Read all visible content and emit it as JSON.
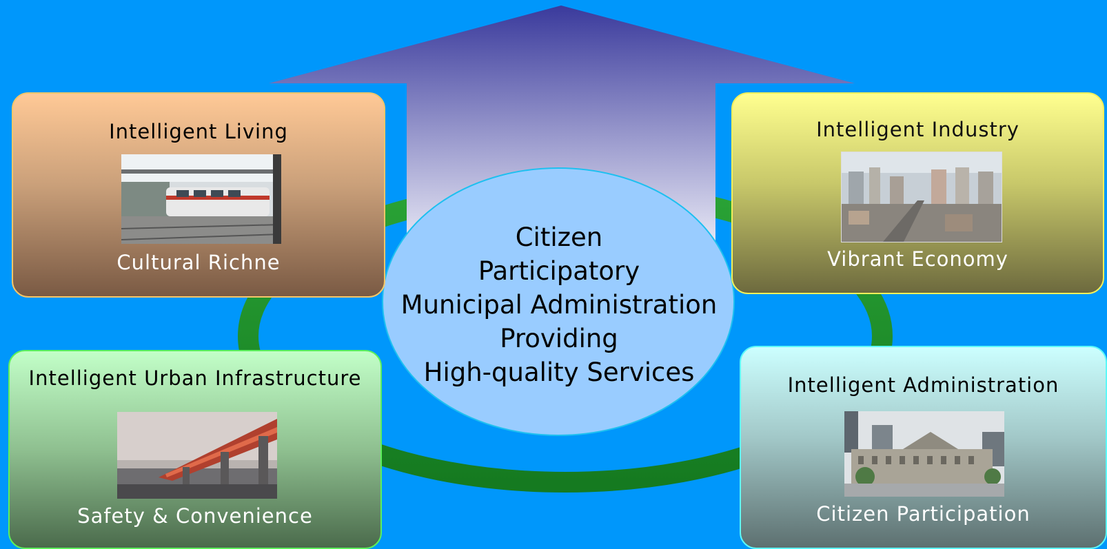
{
  "center": {
    "lines": [
      "Citizen",
      "Participatory",
      "Municipal Administration",
      "Providing",
      "High-quality Services"
    ]
  },
  "boxes": {
    "living": {
      "title": "Intelligent Living",
      "subtitle": "Cultural Richne"
    },
    "industry": {
      "title": "Intelligent Industry",
      "subtitle": "Vibrant Economy"
    },
    "infra": {
      "title": "Intelligent Urban Infrastructure",
      "subtitle": "Safety & Convenience"
    },
    "admin": {
      "title": "Intelligent Administration",
      "subtitle": "Citizen Participation"
    }
  },
  "colors": {
    "background": "#0097fb",
    "ring": "#1f8a2a",
    "arrow_top": "#3a3a9c",
    "arrow_bottom": "#eeeeff",
    "ellipse": "#99ccff"
  }
}
